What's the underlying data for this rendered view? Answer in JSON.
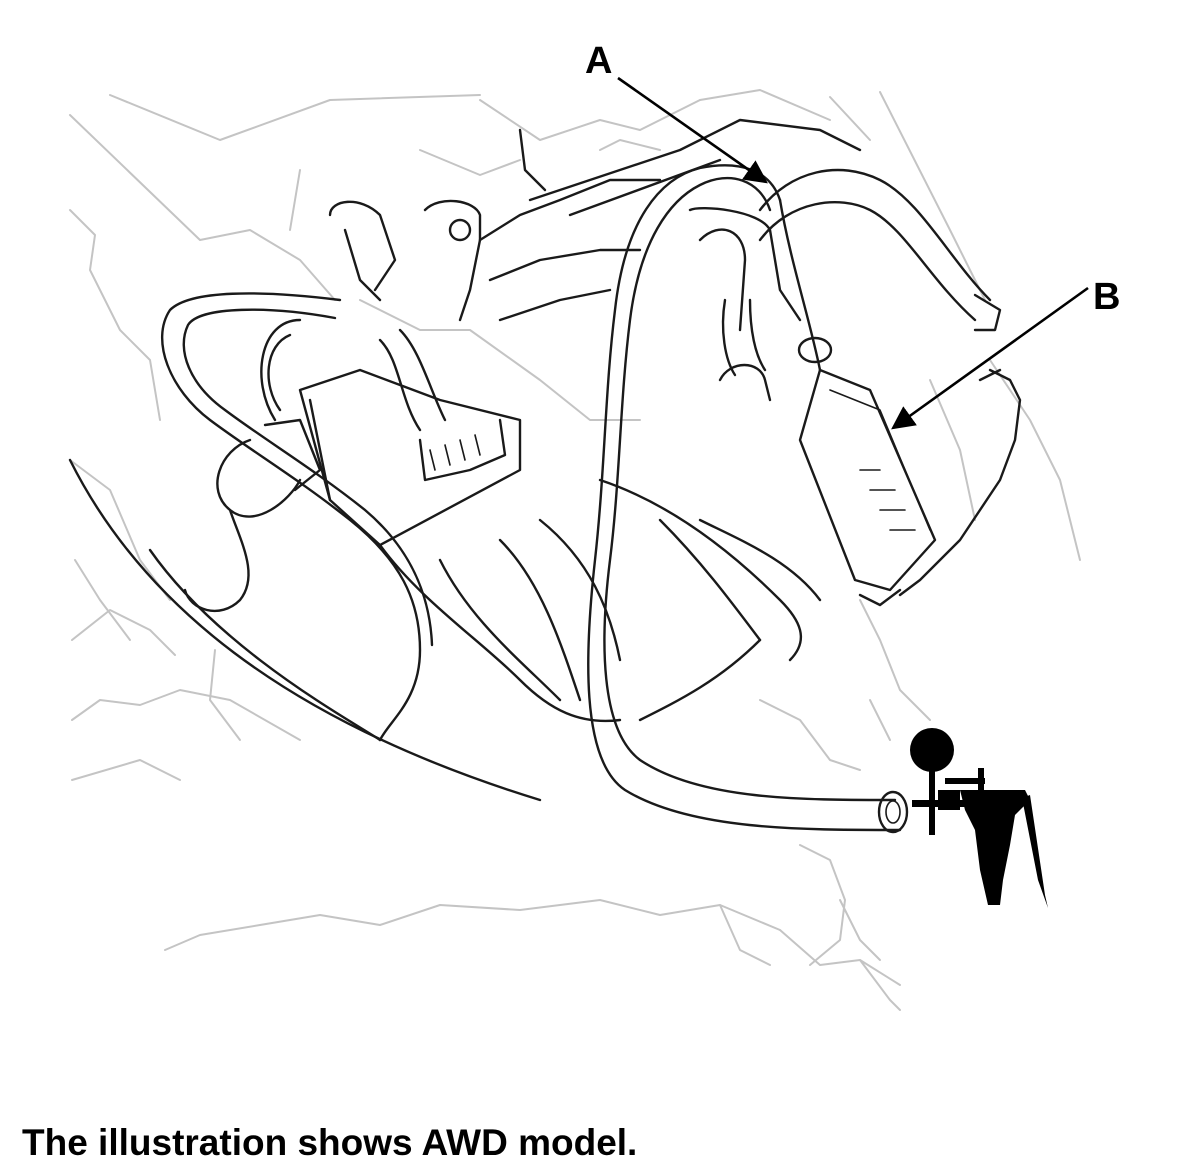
{
  "callouts": {
    "a": "A",
    "b": "B"
  },
  "caption": "The illustration shows AWD model."
}
